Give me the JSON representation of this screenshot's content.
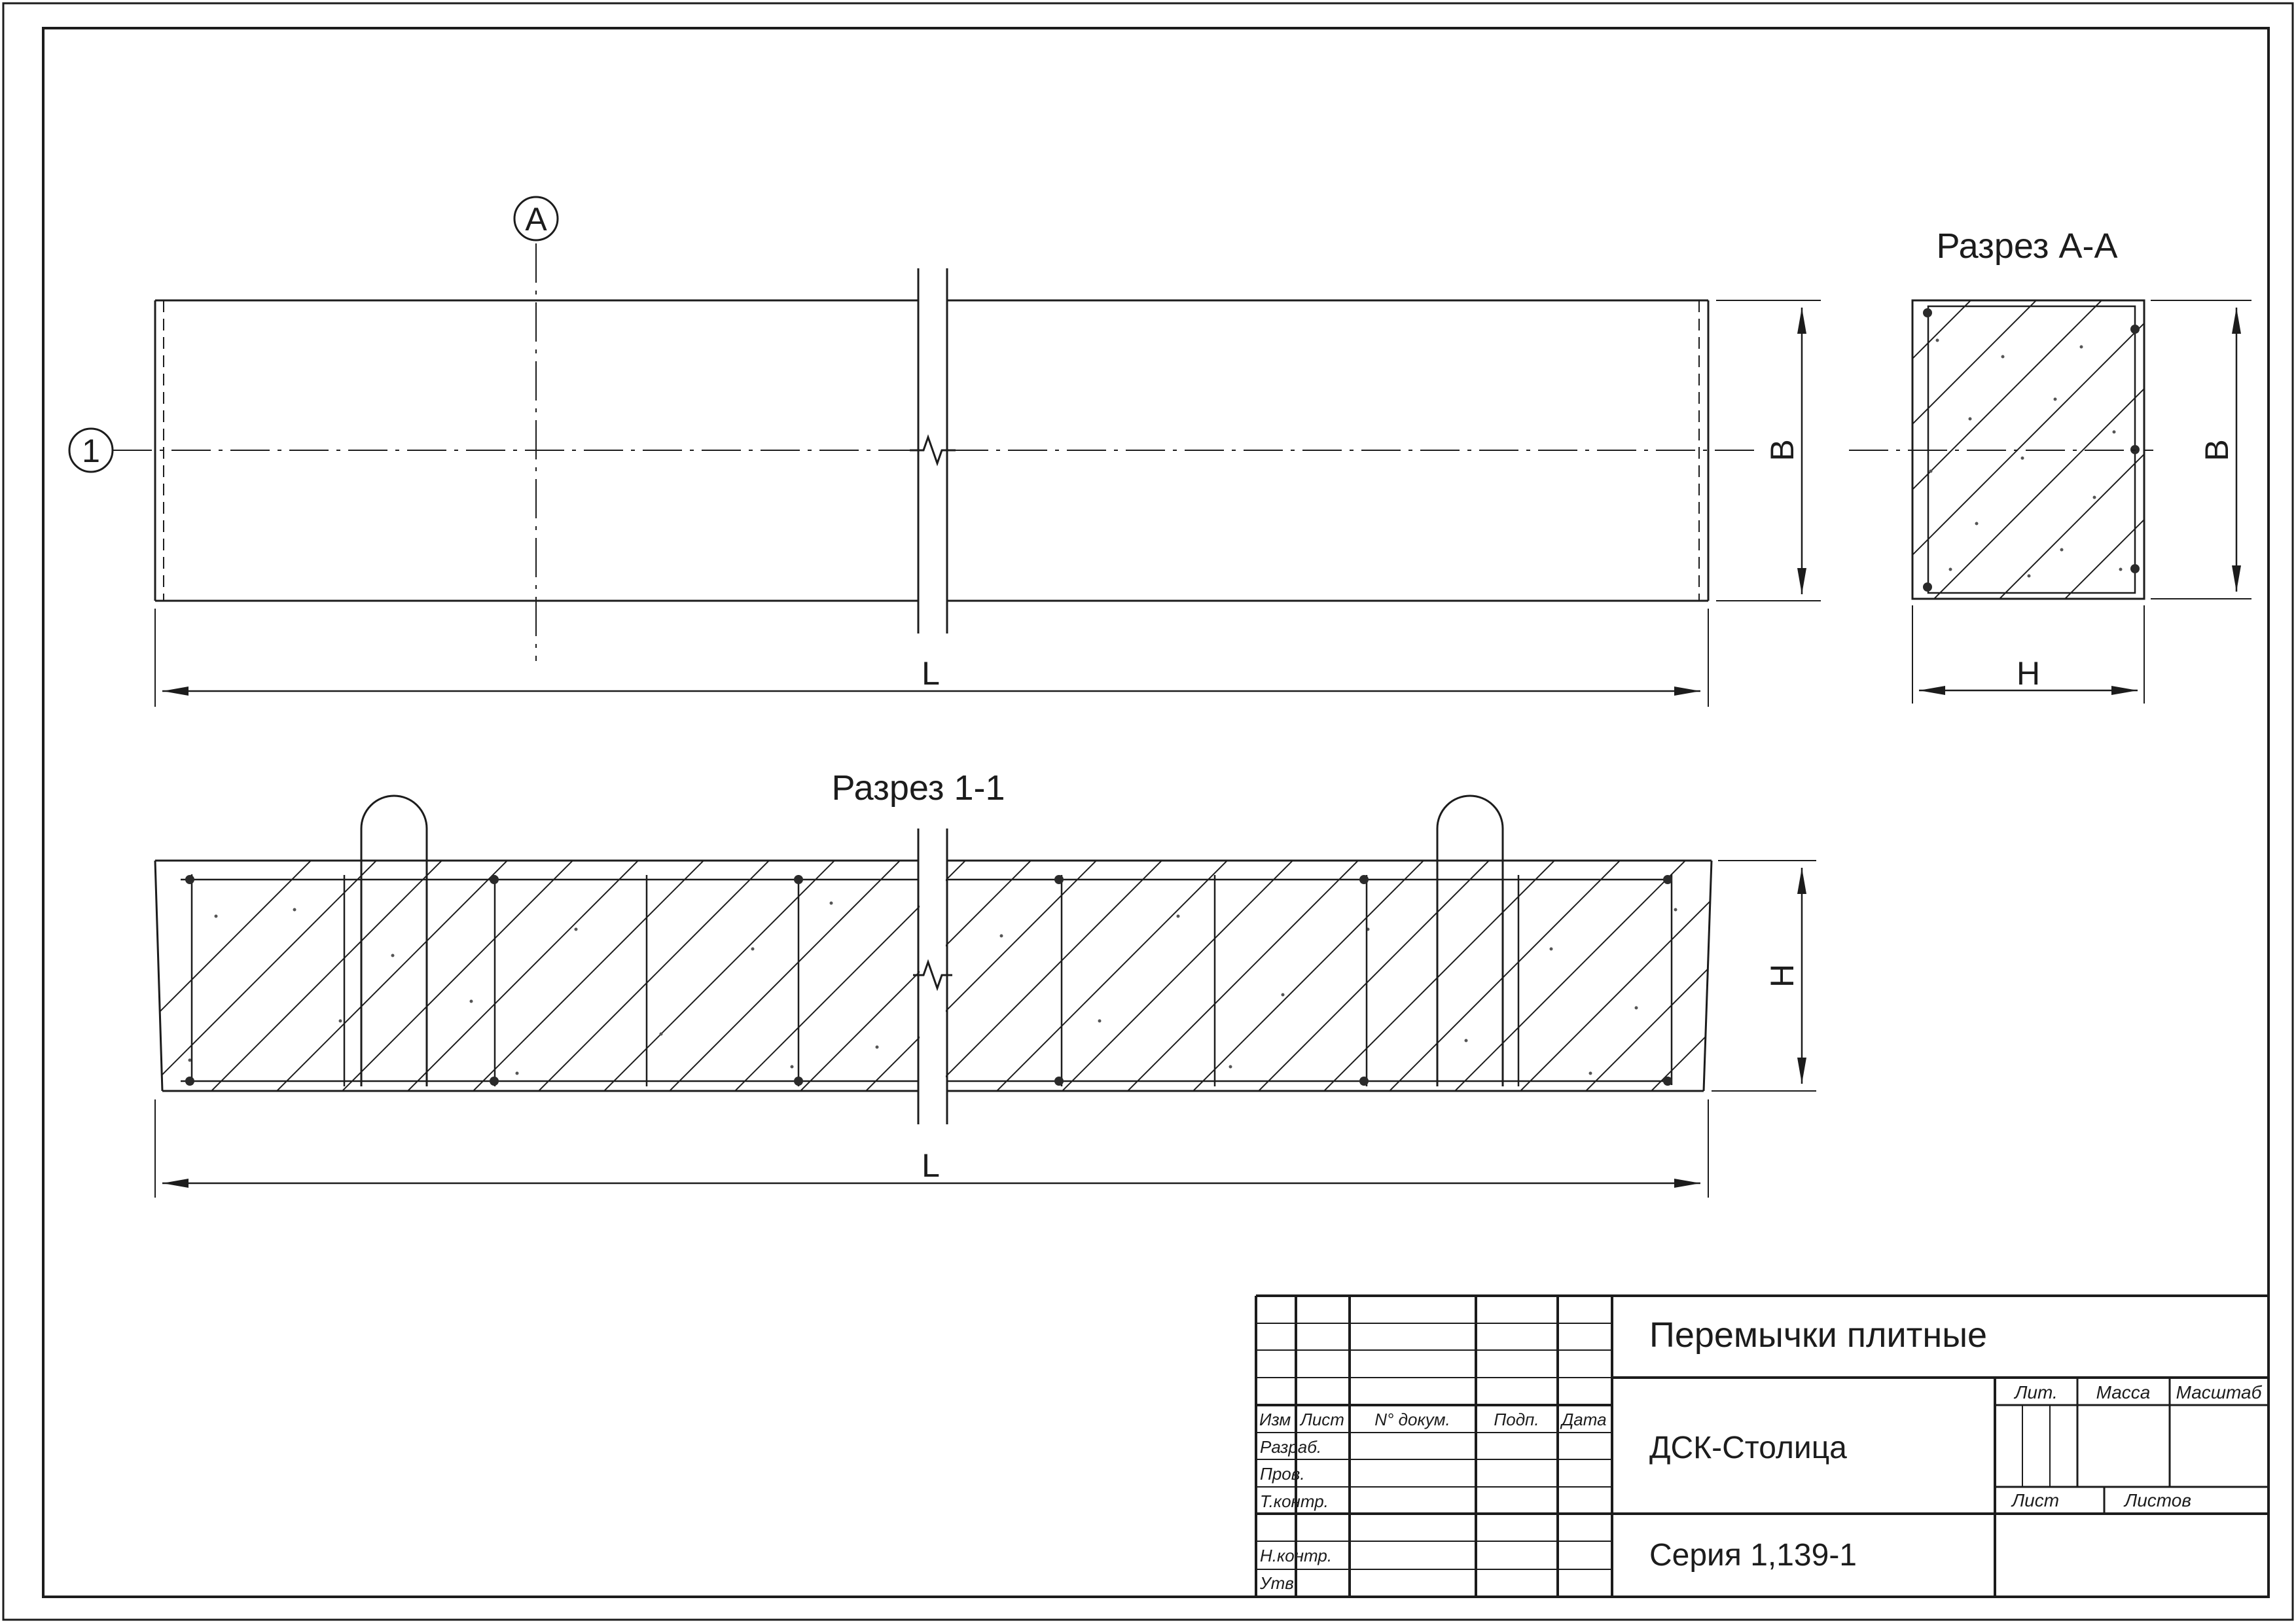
{
  "views": {
    "plan": {
      "axis_mark_A": "A",
      "axis_mark_1": "1",
      "dim_width": "B",
      "dim_length": "L"
    },
    "section_aa": {
      "title": "Разрез А-А",
      "dim_width": "B",
      "dim_height": "H"
    },
    "section_11": {
      "title": "Разрез 1-1",
      "dim_height": "H",
      "dim_length": "L"
    }
  },
  "title_block": {
    "name": "Перемычки плитные",
    "organization": "ДСК-Столица",
    "series": "Серия 1,139-1",
    "headers": {
      "izm": "Изм",
      "list": "Лист",
      "doc": "N° докум.",
      "sign": "Подп.",
      "date": "Дата"
    },
    "roles": {
      "razrab": "Разраб.",
      "prov": "Пров.",
      "tkontr": "Т.контр.",
      "nkontr": "Н.контр.",
      "utv": "Утв."
    },
    "stamp": {
      "lit": "Лит.",
      "mass": "Масса",
      "scale": "Масштаб",
      "sheet": "Лист",
      "sheets": "Листов"
    }
  }
}
